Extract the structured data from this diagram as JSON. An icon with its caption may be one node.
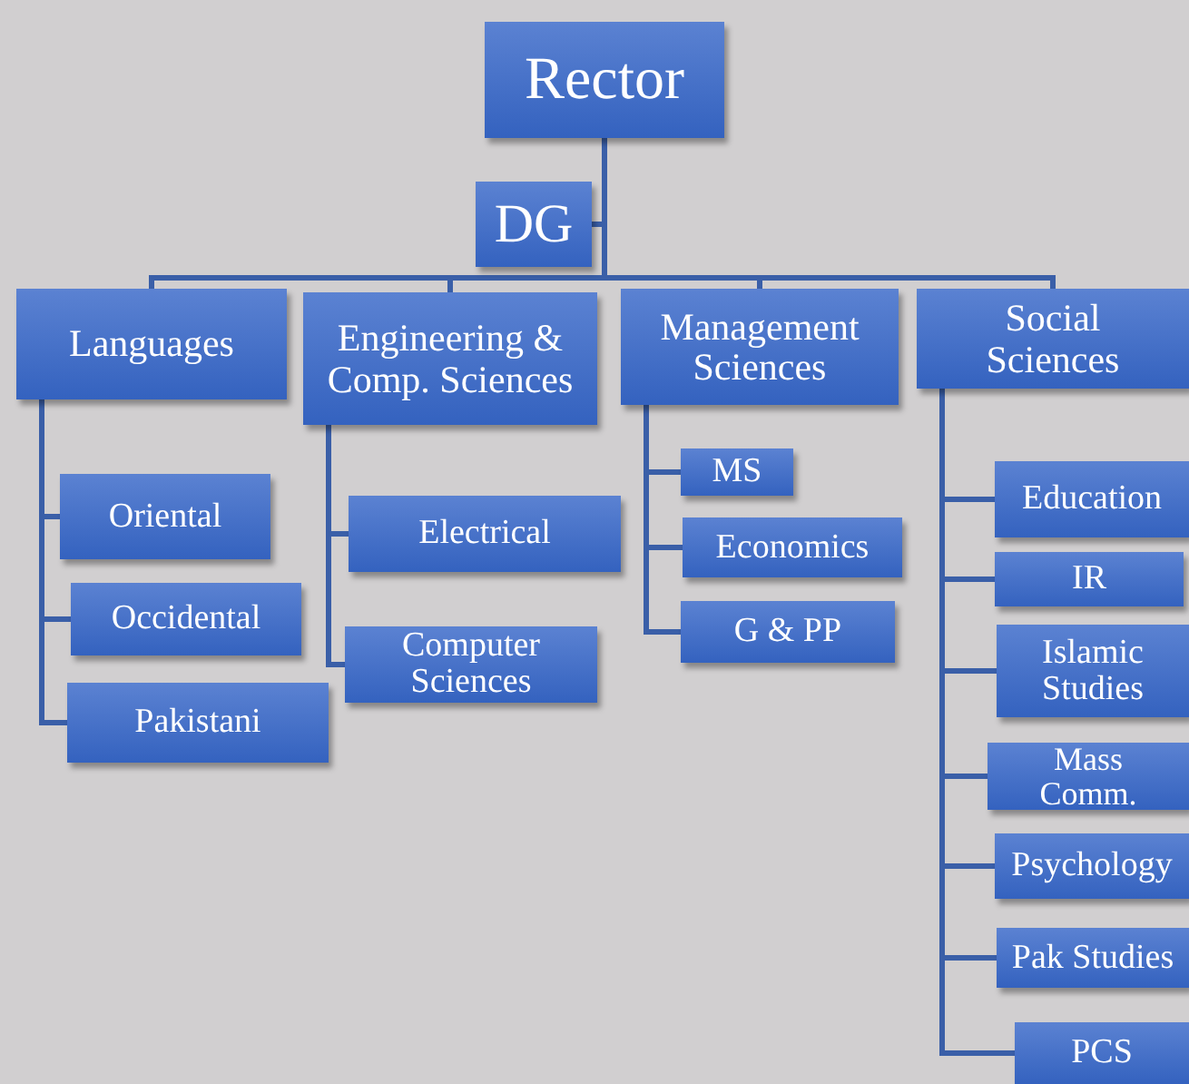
{
  "diagram": {
    "nodes": [
      {
        "text": [
          "Rector"
        ]
      },
      {
        "text": [
          "DG"
        ]
      },
      {
        "text": [
          "Languages"
        ]
      },
      {
        "text": [
          "Engineering & Comp. Sciences"
        ]
      },
      {
        "text": [
          "Management Sciences"
        ]
      },
      {
        "text": [
          "Social Sciences"
        ]
      },
      {
        "text": [
          "Oriental"
        ]
      },
      {
        "text": [
          "Occidental"
        ]
      },
      {
        "text": [
          "Pakistani"
        ]
      },
      {
        "text": [
          "Electrical"
        ]
      },
      {
        "text": [
          "Computer Sciences"
        ]
      },
      {
        "text": [
          "MS"
        ]
      },
      {
        "text": [
          "Economics"
        ]
      },
      {
        "text": [
          "G & PP"
        ]
      },
      {
        "text": [
          "Education"
        ]
      },
      {
        "text": [
          "IR"
        ]
      },
      {
        "text": [
          "Islamic Studies"
        ]
      },
      {
        "text": [
          "Mass Comm."
        ]
      },
      {
        "text": [
          "Psychology"
        ]
      },
      {
        "text": [
          "Pak Studies"
        ]
      },
      {
        "text": [
          "PCS"
        ]
      }
    ],
    "edges": [
      {
        "from": 0,
        "to": 1,
        "arrow": "none"
      },
      {
        "from": 0,
        "to": 2,
        "arrow": "none"
      },
      {
        "from": 0,
        "to": 3,
        "arrow": "none"
      },
      {
        "from": 0,
        "to": 4,
        "arrow": "none"
      },
      {
        "from": 0,
        "to": 5,
        "arrow": "none"
      },
      {
        "from": 2,
        "to": 6,
        "arrow": "none"
      },
      {
        "from": 2,
        "to": 7,
        "arrow": "none"
      },
      {
        "from": 2,
        "to": 8,
        "arrow": "none"
      },
      {
        "from": 3,
        "to": 9,
        "arrow": "none"
      },
      {
        "from": 3,
        "to": 10,
        "arrow": "none"
      },
      {
        "from": 4,
        "to": 11,
        "arrow": "none"
      },
      {
        "from": 4,
        "to": 12,
        "arrow": "none"
      },
      {
        "from": 4,
        "to": 13,
        "arrow": "none"
      },
      {
        "from": 5,
        "to": 14,
        "arrow": "none"
      },
      {
        "from": 5,
        "to": 15,
        "arrow": "none"
      },
      {
        "from": 5,
        "to": 16,
        "arrow": "none"
      },
      {
        "from": 5,
        "to": 17,
        "arrow": "none"
      },
      {
        "from": 5,
        "to": 18,
        "arrow": "none"
      },
      {
        "from": 5,
        "to": 19,
        "arrow": "none"
      },
      {
        "from": 5,
        "to": 20,
        "arrow": "none"
      }
    ]
  }
}
